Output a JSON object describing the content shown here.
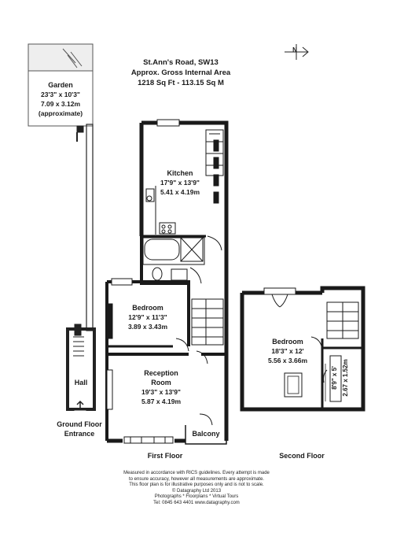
{
  "header": {
    "address": "St.Ann's Road, SW13",
    "area_label": "Approx. Gross Internal Area",
    "area_value": "1218 Sq Ft  -  113.15 Sq M"
  },
  "compass": {
    "label": "N"
  },
  "rooms": {
    "garden": {
      "name": "Garden",
      "dim_imperial": "23'3\" x 10'3\"",
      "dim_metric": "7.09 x 3.12m",
      "note": "(approximate)"
    },
    "kitchen": {
      "name": "Kitchen",
      "dim_imperial": "17'9\" x 13'9\"",
      "dim_metric": "5.41 x 4.19m"
    },
    "bedroom1": {
      "name": "Bedroom",
      "dim_imperial": "12'9\" x 11'3\"",
      "dim_metric": "3.89 x 3.43m"
    },
    "reception": {
      "name": "Reception",
      "name2": "Room",
      "dim_imperial": "19'3\" x 13'9\"",
      "dim_metric": "5.87 x 4.19m"
    },
    "hall": {
      "name": "Hall"
    },
    "balcony": {
      "name": "Balcony"
    },
    "bedroom2": {
      "name": "Bedroom",
      "dim_imperial": "18'3\" x 12'",
      "dim_metric": "5.56 x 3.66m"
    },
    "storage": {
      "dim_imperial": "8'9\" x 5'",
      "dim_metric": "2.67 x 1.52m"
    }
  },
  "entrance": {
    "line1": "Ground Floor",
    "line2": "Entrance"
  },
  "floors": {
    "first": "First Floor",
    "second": "Second Floor"
  },
  "footer": {
    "line1": "Measured in accordance with RICS guidelines. Every attempt is made",
    "line2": "to ensure accuracy, however all measurements are approximate.",
    "line3": "This floor plan is for illustrative purposes only and is not to scale.",
    "line4": "© Datagraphy Ltd 2013",
    "line5": "Photographs * Floorplans * Virtual Tours",
    "line6": "Tel: 0845 643 4401  www.datagraphy.com"
  }
}
